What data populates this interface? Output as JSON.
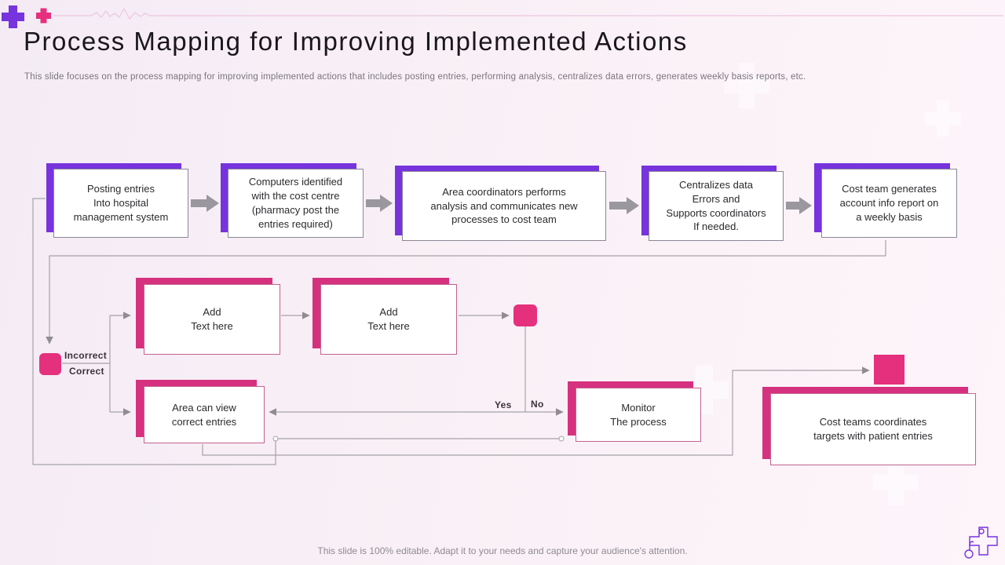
{
  "slide": {
    "title": "Process Mapping for Improving Implemented Actions",
    "subtitle": "This slide focuses on the process mapping for improving implemented actions that includes posting entries, performing analysis, centralizes data errors, generates weekly basis reports, etc.",
    "footer": "This slide is 100% editable. Adapt it to your needs and capture your audience's attention."
  },
  "colors": {
    "purple": "#7733dd",
    "pink": "#d6317f",
    "pink_bright": "#e5307e",
    "connector": "#a5a2a8",
    "arrow_fill": "#9a979e"
  },
  "flow": {
    "top_row": [
      {
        "text": "Posting entries\nInto hospital\nmanagement system"
      },
      {
        "text": "Computers identified\nwith the cost centre\n(pharmacy post the\nentries required)"
      },
      {
        "text": "Area coordinators performs\nanalysis and communicates new\nprocesses to cost team"
      },
      {
        "text": "Centralizes data\nErrors and\nSupports coordinators\nIf needed."
      },
      {
        "text": "Cost team generates\naccount info report on\na weekly basis"
      }
    ],
    "decision_row": {
      "add1": {
        "text": "Add\nText here"
      },
      "add2": {
        "text": "Add\nText here"
      },
      "area_view": {
        "text": "Area can view\ncorrect entries"
      },
      "monitor": {
        "text": "Monitor\nThe process"
      },
      "cost_teams": {
        "text": "Cost teams coordinates\ntargets with patient entries"
      }
    },
    "branch_labels": {
      "incorrect": "Incorrect",
      "correct": "Correct",
      "yes": "Yes",
      "no": "No"
    }
  },
  "decor": {
    "top_left": [
      "medical-plus-icon-purple",
      "medical-plus-icon-pink"
    ],
    "heartbeat_line": "ecg-line",
    "bottom_right": "medical-cross-stethoscope-outline-icon"
  }
}
